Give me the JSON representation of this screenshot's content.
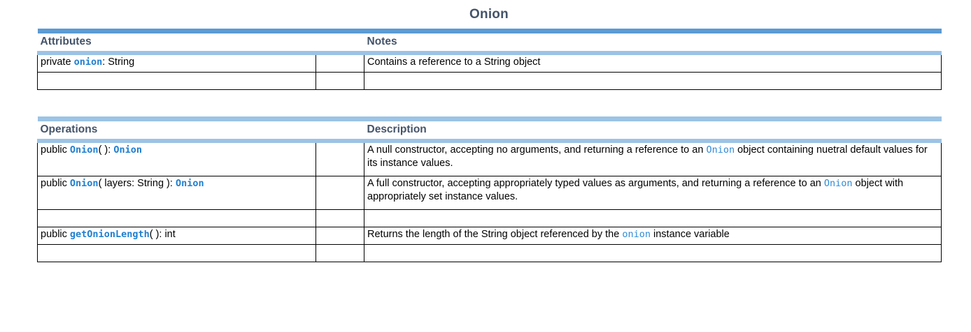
{
  "class_name": "Onion",
  "colors": {
    "rule_dark": "#5b9bd5",
    "rule_light": "#9cc3e5",
    "header_text": "#44546a",
    "code_bold": "#1f7fd0",
    "code_plain": "#2e8bd8",
    "border": "#000000"
  },
  "attributes_table": {
    "headers": {
      "left": "Attributes",
      "right": "Notes"
    },
    "rows": [
      {
        "signature_parts": [
          {
            "text": "private ",
            "style": "plain"
          },
          {
            "text": "onion",
            "style": "code-bold"
          },
          {
            "text": ": String",
            "style": "plain"
          }
        ],
        "note_parts": [
          {
            "text": "Contains a reference to a String object",
            "style": "plain"
          }
        ],
        "tall": false
      },
      {
        "signature_parts": [],
        "note_parts": [],
        "tall": false
      }
    ]
  },
  "operations_table": {
    "headers": {
      "left": "Operations",
      "right": "Description"
    },
    "rows": [
      {
        "signature_parts": [
          {
            "text": "public ",
            "style": "plain"
          },
          {
            "text": "Onion",
            "style": "code-bold"
          },
          {
            "text": "( ): ",
            "style": "plain"
          },
          {
            "text": "Onion",
            "style": "code-bold"
          }
        ],
        "note_parts": [
          {
            "text": "A null constructor, accepting no arguments, and returning a reference to an ",
            "style": "plain"
          },
          {
            "text": "Onion",
            "style": "code-plain"
          },
          {
            "text": " object containing nuetral default values for its instance values.",
            "style": "plain"
          }
        ],
        "tall": true
      },
      {
        "signature_parts": [
          {
            "text": "public ",
            "style": "plain"
          },
          {
            "text": "Onion",
            "style": "code-bold"
          },
          {
            "text": "( layers: String ): ",
            "style": "plain"
          },
          {
            "text": "Onion",
            "style": "code-bold"
          }
        ],
        "note_parts": [
          {
            "text": "A full constructor, accepting appropriately typed values as arguments, and returning a reference to an ",
            "style": "plain"
          },
          {
            "text": "Onion",
            "style": "code-plain"
          },
          {
            "text": " object with appropriately set instance values.",
            "style": "plain"
          }
        ],
        "tall": true
      },
      {
        "signature_parts": [],
        "note_parts": [],
        "tall": false
      },
      {
        "signature_parts": [
          {
            "text": "public ",
            "style": "plain"
          },
          {
            "text": "getOnionLength",
            "style": "code-bold"
          },
          {
            "text": "( ): int",
            "style": "plain"
          }
        ],
        "note_parts": [
          {
            "text": "Returns the length of the String object referenced by the ",
            "style": "plain"
          },
          {
            "text": "onion",
            "style": "code-plain"
          },
          {
            "text": " instance variable",
            "style": "plain"
          }
        ],
        "tall": false
      },
      {
        "signature_parts": [],
        "note_parts": [],
        "tall": false
      }
    ]
  }
}
